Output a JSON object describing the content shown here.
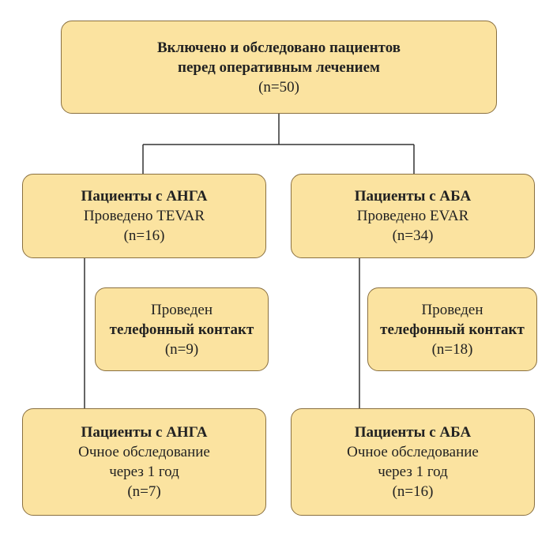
{
  "top": {
    "line1": "Включено и обследовано пациентов",
    "line2": "перед оперативным лечением",
    "count": "(n=50)"
  },
  "left_mid": {
    "title": "Пациенты с АНГА",
    "procedure": "Проведено TEVAR",
    "count": "(n=16)"
  },
  "right_mid": {
    "title": "Пациенты с АБА",
    "procedure": "Проведено EVAR",
    "count": "(n=34)"
  },
  "left_call": {
    "line1": "Проведен",
    "line2": "телефонный контакт",
    "count": "(n=9)"
  },
  "right_call": {
    "line1": "Проведен",
    "line2": "телефонный контакт",
    "count": "(n=18)"
  },
  "left_bot": {
    "title": "Пациенты с АНГА",
    "line1": "Очное обследование",
    "line2": "через 1 год",
    "count": "(n=7)"
  },
  "right_bot": {
    "title": "Пациенты с АБА",
    "line1": "Очное обследование",
    "line2": "через 1 год",
    "count": "(n=16)"
  },
  "colors": {
    "box_fill": "#fbe3a0",
    "box_border": "#8a7040",
    "connector": "#333333"
  }
}
